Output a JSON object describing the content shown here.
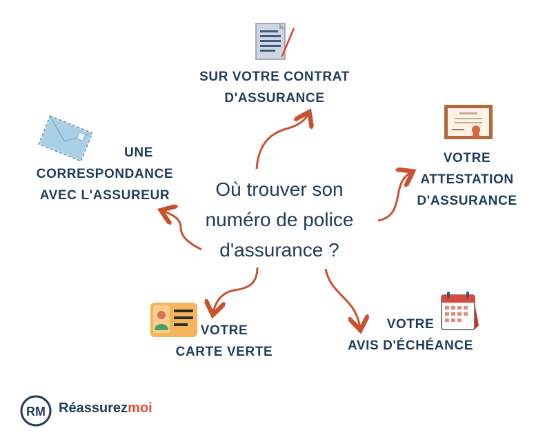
{
  "center": {
    "lines": [
      "Où trouver son",
      "numéro de police",
      "d'assurance ?"
    ]
  },
  "destinations": [
    {
      "id": "contrat",
      "lines": [
        "SUR VOTRE CONTRAT",
        "D'ASSURANCE"
      ],
      "icon": "contract-icon"
    },
    {
      "id": "correspondance",
      "lines": [
        "UNE",
        "CORRESPONDANCE",
        "AVEC L'ASSUREUR"
      ],
      "icon": "envelope-icon"
    },
    {
      "id": "attestation",
      "lines": [
        "VOTRE",
        "ATTESTATION",
        "D'ASSURANCE"
      ],
      "icon": "certificate-icon"
    },
    {
      "id": "carte",
      "lines": [
        "VOTRE",
        "CARTE VERTE"
      ],
      "icon": "id-card-icon"
    },
    {
      "id": "avis",
      "lines": [
        "VOTRE",
        "AVIS D'ÉCHÉANCE"
      ],
      "icon": "calendar-icon"
    }
  ],
  "brand": {
    "name_main": "Réassurez",
    "name_accent": "moi",
    "monogram": "RM"
  },
  "colors": {
    "text": "#1f3b5c",
    "arrow": "#c8512e",
    "accent": "#e0532f"
  }
}
